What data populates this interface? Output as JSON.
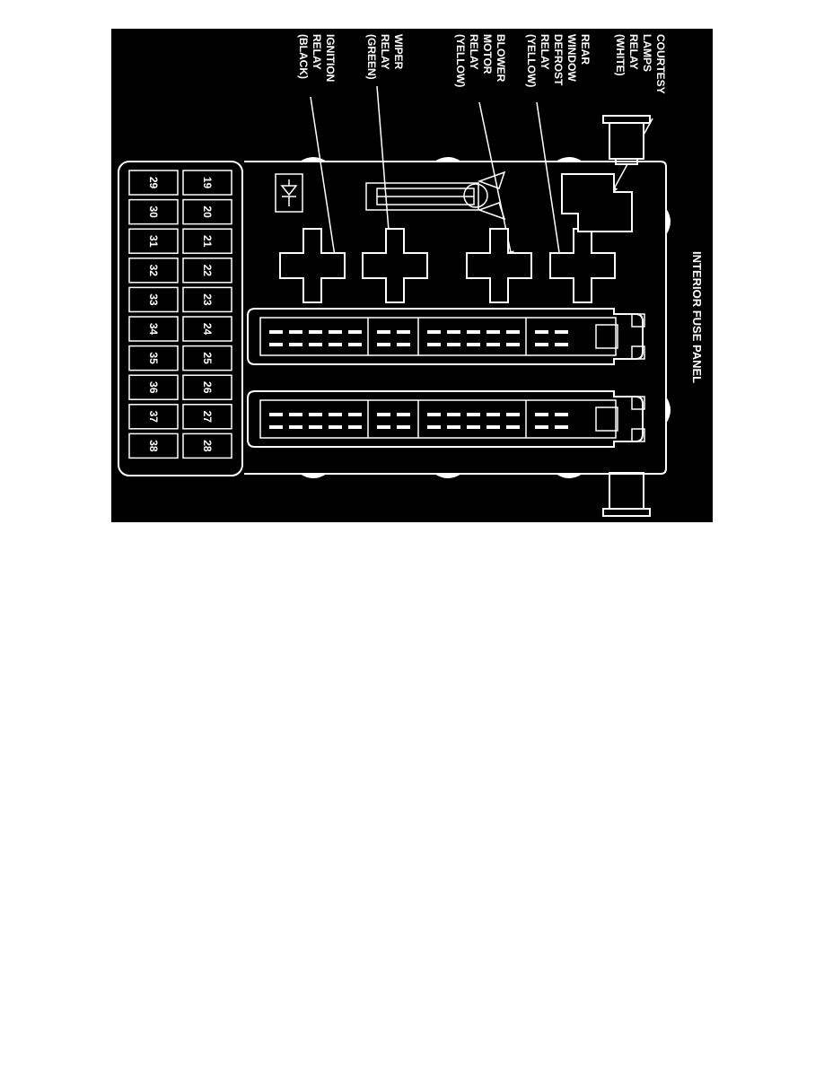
{
  "diagram": {
    "title": "INTERIOR FUSE PANEL",
    "colors": {
      "background": "#000000",
      "line": "#ffffff",
      "text": "#ffffff"
    },
    "relay_labels": [
      {
        "id": "courtesy",
        "lines": [
          "COURTESY",
          "LAMPS",
          "RELAY",
          "(WHITE)"
        ]
      },
      {
        "id": "rear-defrost",
        "lines": [
          "REAR",
          "WINDOW",
          "DEFROST",
          "RELAY",
          "(YELLOW)"
        ]
      },
      {
        "id": "blower",
        "lines": [
          "BLOWER",
          "MOTOR",
          "RELAY",
          "(YELLOW)"
        ]
      },
      {
        "id": "wiper",
        "lines": [
          "WIPER",
          "RELAY",
          "(GREEN)"
        ]
      },
      {
        "id": "ignition",
        "lines": [
          "IGNITION",
          "RELAY",
          "(BLACK)"
        ]
      }
    ],
    "fuses_row_inner": [
      "19",
      "20",
      "21",
      "22",
      "23",
      "24",
      "25",
      "26",
      "27",
      "28"
    ],
    "fuses_row_outer": [
      "29",
      "30",
      "31",
      "32",
      "33",
      "34",
      "35",
      "36",
      "37",
      "38"
    ],
    "icons": [
      "diode-icon",
      "fuse-puller-icon"
    ]
  }
}
